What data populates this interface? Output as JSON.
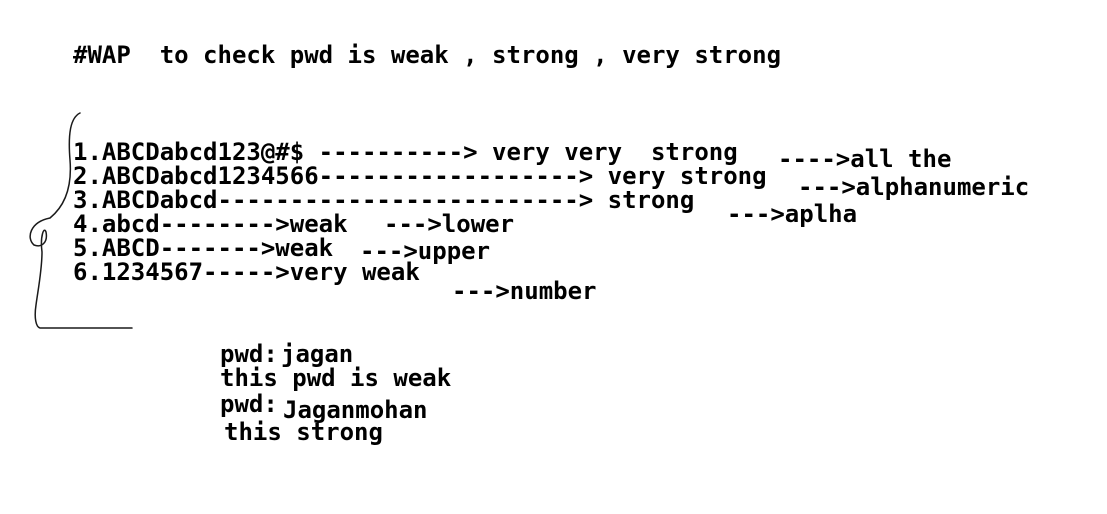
{
  "title": "#WAP  to check pwd is weak , strong , very strong",
  "password_levels": [
    {
      "label": "1.ABCDabcd123@#$ ----------> very very  strong"
    },
    {
      "label": "2.ABCDabcd1234566------------------> very strong"
    },
    {
      "label": "3.ABCDabcd-------------------------> strong"
    },
    {
      "label": "4.abcd-------->weak"
    },
    {
      "label": "5.ABCD------->weak"
    },
    {
      "label": "6.1234567----->very weak"
    }
  ],
  "annotations": {
    "all_the": "---->all the",
    "alphanumeric": "--->alphanumeric",
    "aplha": "--->aplha",
    "lower": "--->lower",
    "upper": "--->upper",
    "number": "--->number"
  },
  "examples": [
    {
      "prompt": "pwd:",
      "value": "jagan",
      "result": "this pwd is weak"
    },
    {
      "prompt": "pwd:",
      "value": "Jaganmohan",
      "result": "this strong"
    }
  ]
}
